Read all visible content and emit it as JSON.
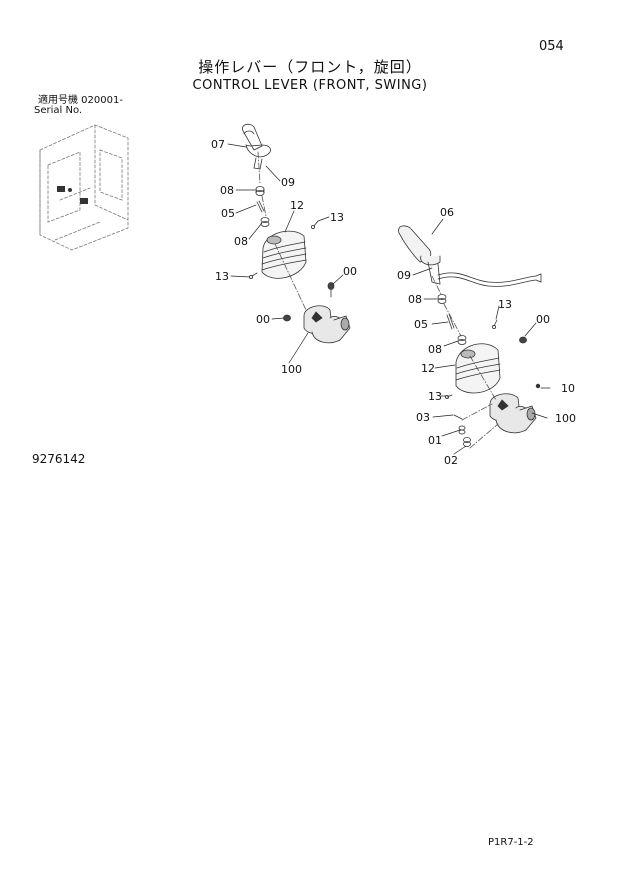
{
  "header": {
    "page_number": "054",
    "title_jp": "操作レバー（フロント，旋回）",
    "title_en": "CONTROL LEVER (FRONT, SWING)",
    "serial_label_jp": "適用号機 020001-",
    "serial_label_en": "Serial No."
  },
  "figure_number": "9276142",
  "reference_code": "P1R7-1-2",
  "callouts": {
    "left_07": "07",
    "left_09": "09",
    "left_08a": "08",
    "left_05": "05",
    "left_12": "12",
    "left_13a": "13",
    "left_08b": "08",
    "left_00a": "00",
    "left_13b": "13",
    "left_00b": "00",
    "left_100": "100",
    "right_06": "06",
    "right_09": "09",
    "right_08a": "08",
    "right_13a": "13",
    "right_00": "00",
    "right_05": "05",
    "right_08b": "08",
    "right_12": "12",
    "right_13b": "13",
    "right_10": "10",
    "right_03": "03",
    "right_100": "100",
    "right_01": "01",
    "right_02": "02"
  }
}
